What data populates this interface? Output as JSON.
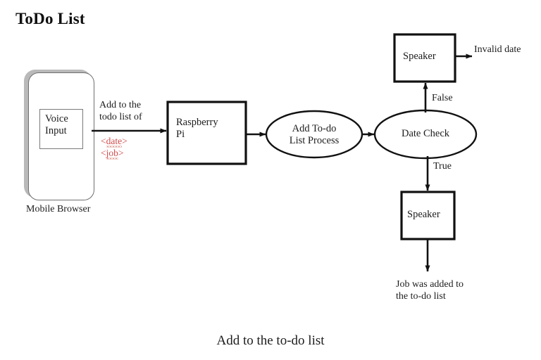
{
  "page": {
    "title": "ToDo List",
    "figure_caption": "Add to the to-do list",
    "background_color": "#ffffff",
    "stroke_color": "#111111",
    "annotation_color": "#d24b4b"
  },
  "diagram": {
    "type": "flowchart",
    "nodes": [
      {
        "id": "mobile-browser",
        "shape": "rounded-rect-device",
        "label": "Mobile Browser"
      },
      {
        "id": "voice-input",
        "shape": "rect",
        "label": "Voice\nInput"
      },
      {
        "id": "raspberry-pi",
        "shape": "rect",
        "label": "Raspberry\nPi"
      },
      {
        "id": "add-todo-process",
        "shape": "ellipse",
        "label": "Add To-do\nList Process"
      },
      {
        "id": "date-check",
        "shape": "ellipse",
        "label": "Date Check"
      },
      {
        "id": "speaker-top",
        "shape": "rect",
        "label": "Speaker"
      },
      {
        "id": "speaker-bottom",
        "shape": "rect",
        "label": "Speaker"
      }
    ],
    "edges": [
      {
        "id": "voice-to-pi",
        "from": "voice-input",
        "to": "raspberry-pi",
        "label": "Add to the\ntodo list of",
        "annotation": [
          "<date>",
          "<job>"
        ]
      },
      {
        "id": "pi-to-process",
        "from": "raspberry-pi",
        "to": "add-todo-process",
        "label": ""
      },
      {
        "id": "process-to-check",
        "from": "add-todo-process",
        "to": "date-check",
        "label": ""
      },
      {
        "id": "check-to-speaker-top",
        "from": "date-check",
        "to": "speaker-top",
        "label": "False"
      },
      {
        "id": "check-to-speaker-bottom",
        "from": "date-check",
        "to": "speaker-bottom",
        "label": "True"
      },
      {
        "id": "speaker-top-to-invalid",
        "from": "speaker-top",
        "to": "invalid-date-output",
        "label": ""
      },
      {
        "id": "speaker-bottom-to-job",
        "from": "speaker-bottom",
        "to": "job-added-output",
        "label": ""
      }
    ],
    "outputs": [
      {
        "id": "invalid-date-output",
        "text": "Invalid date"
      },
      {
        "id": "job-added-output",
        "text": "Job was added to\nthe to-do list"
      }
    ],
    "labels": {
      "title": "ToDo List",
      "mobile_browser": "Mobile Browser",
      "voice_input": "Voice\nInput",
      "raspberry_pi": "Raspberry\nPi",
      "add_todo_process": "Add To-do\nList Process",
      "date_check": "Date Check",
      "speaker_top": "Speaker",
      "speaker_bottom": "Speaker",
      "edge_voice_to_pi": "Add to the\ntodo list of",
      "annot_date": "<date>",
      "annot_job": "<job>",
      "annot_date_open": "<",
      "annot_date_word": "date",
      "annot_date_close": ">",
      "annot_job_open": "<",
      "annot_job_word": "job",
      "annot_job_close": ">",
      "edge_false": "False",
      "edge_true": "True",
      "output_invalid_date": "Invalid date",
      "output_job_added": "Job was added to\nthe to-do list",
      "figure_caption": "Add to the to-do list"
    }
  }
}
